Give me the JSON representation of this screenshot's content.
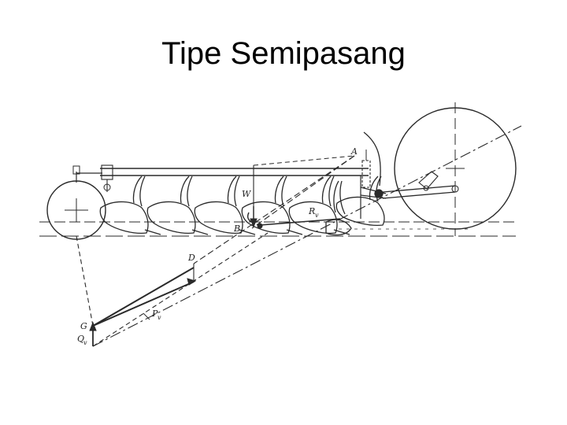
{
  "slide": {
    "title": "Tipe Semipasang"
  },
  "diagram": {
    "labels": {
      "A": "A",
      "B": "B",
      "D": "D",
      "G": "G",
      "W": "W",
      "Rv": "R",
      "Rv_sub": "v",
      "Pv": "P",
      "Pv_sub": "v",
      "Qv": "Q",
      "Qv_sub": "v"
    },
    "colors": {
      "line": "#2a2a2a",
      "background": "#ffffff"
    }
  }
}
